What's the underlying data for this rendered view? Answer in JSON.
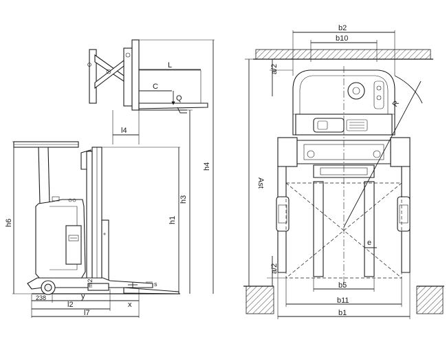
{
  "side_view": {
    "labels": {
      "L": "L",
      "C": "C",
      "Q": "Q",
      "l4": "l4",
      "h4": "h4",
      "h3": "h3",
      "h1": "h1",
      "h6": "h6",
      "m2": "m2",
      "s": "s",
      "y": "y",
      "x": "x",
      "l2": "l2",
      "l7": "l7",
      "dim_238": "238"
    }
  },
  "top_view": {
    "labels": {
      "b2": "b2",
      "b10": "b10",
      "a2_top": "a/2",
      "R": "R",
      "Ast": "Ast",
      "e": "e",
      "a2_bottom": "a/2",
      "b5": "b5",
      "b11": "b11",
      "b1": "b1"
    }
  }
}
